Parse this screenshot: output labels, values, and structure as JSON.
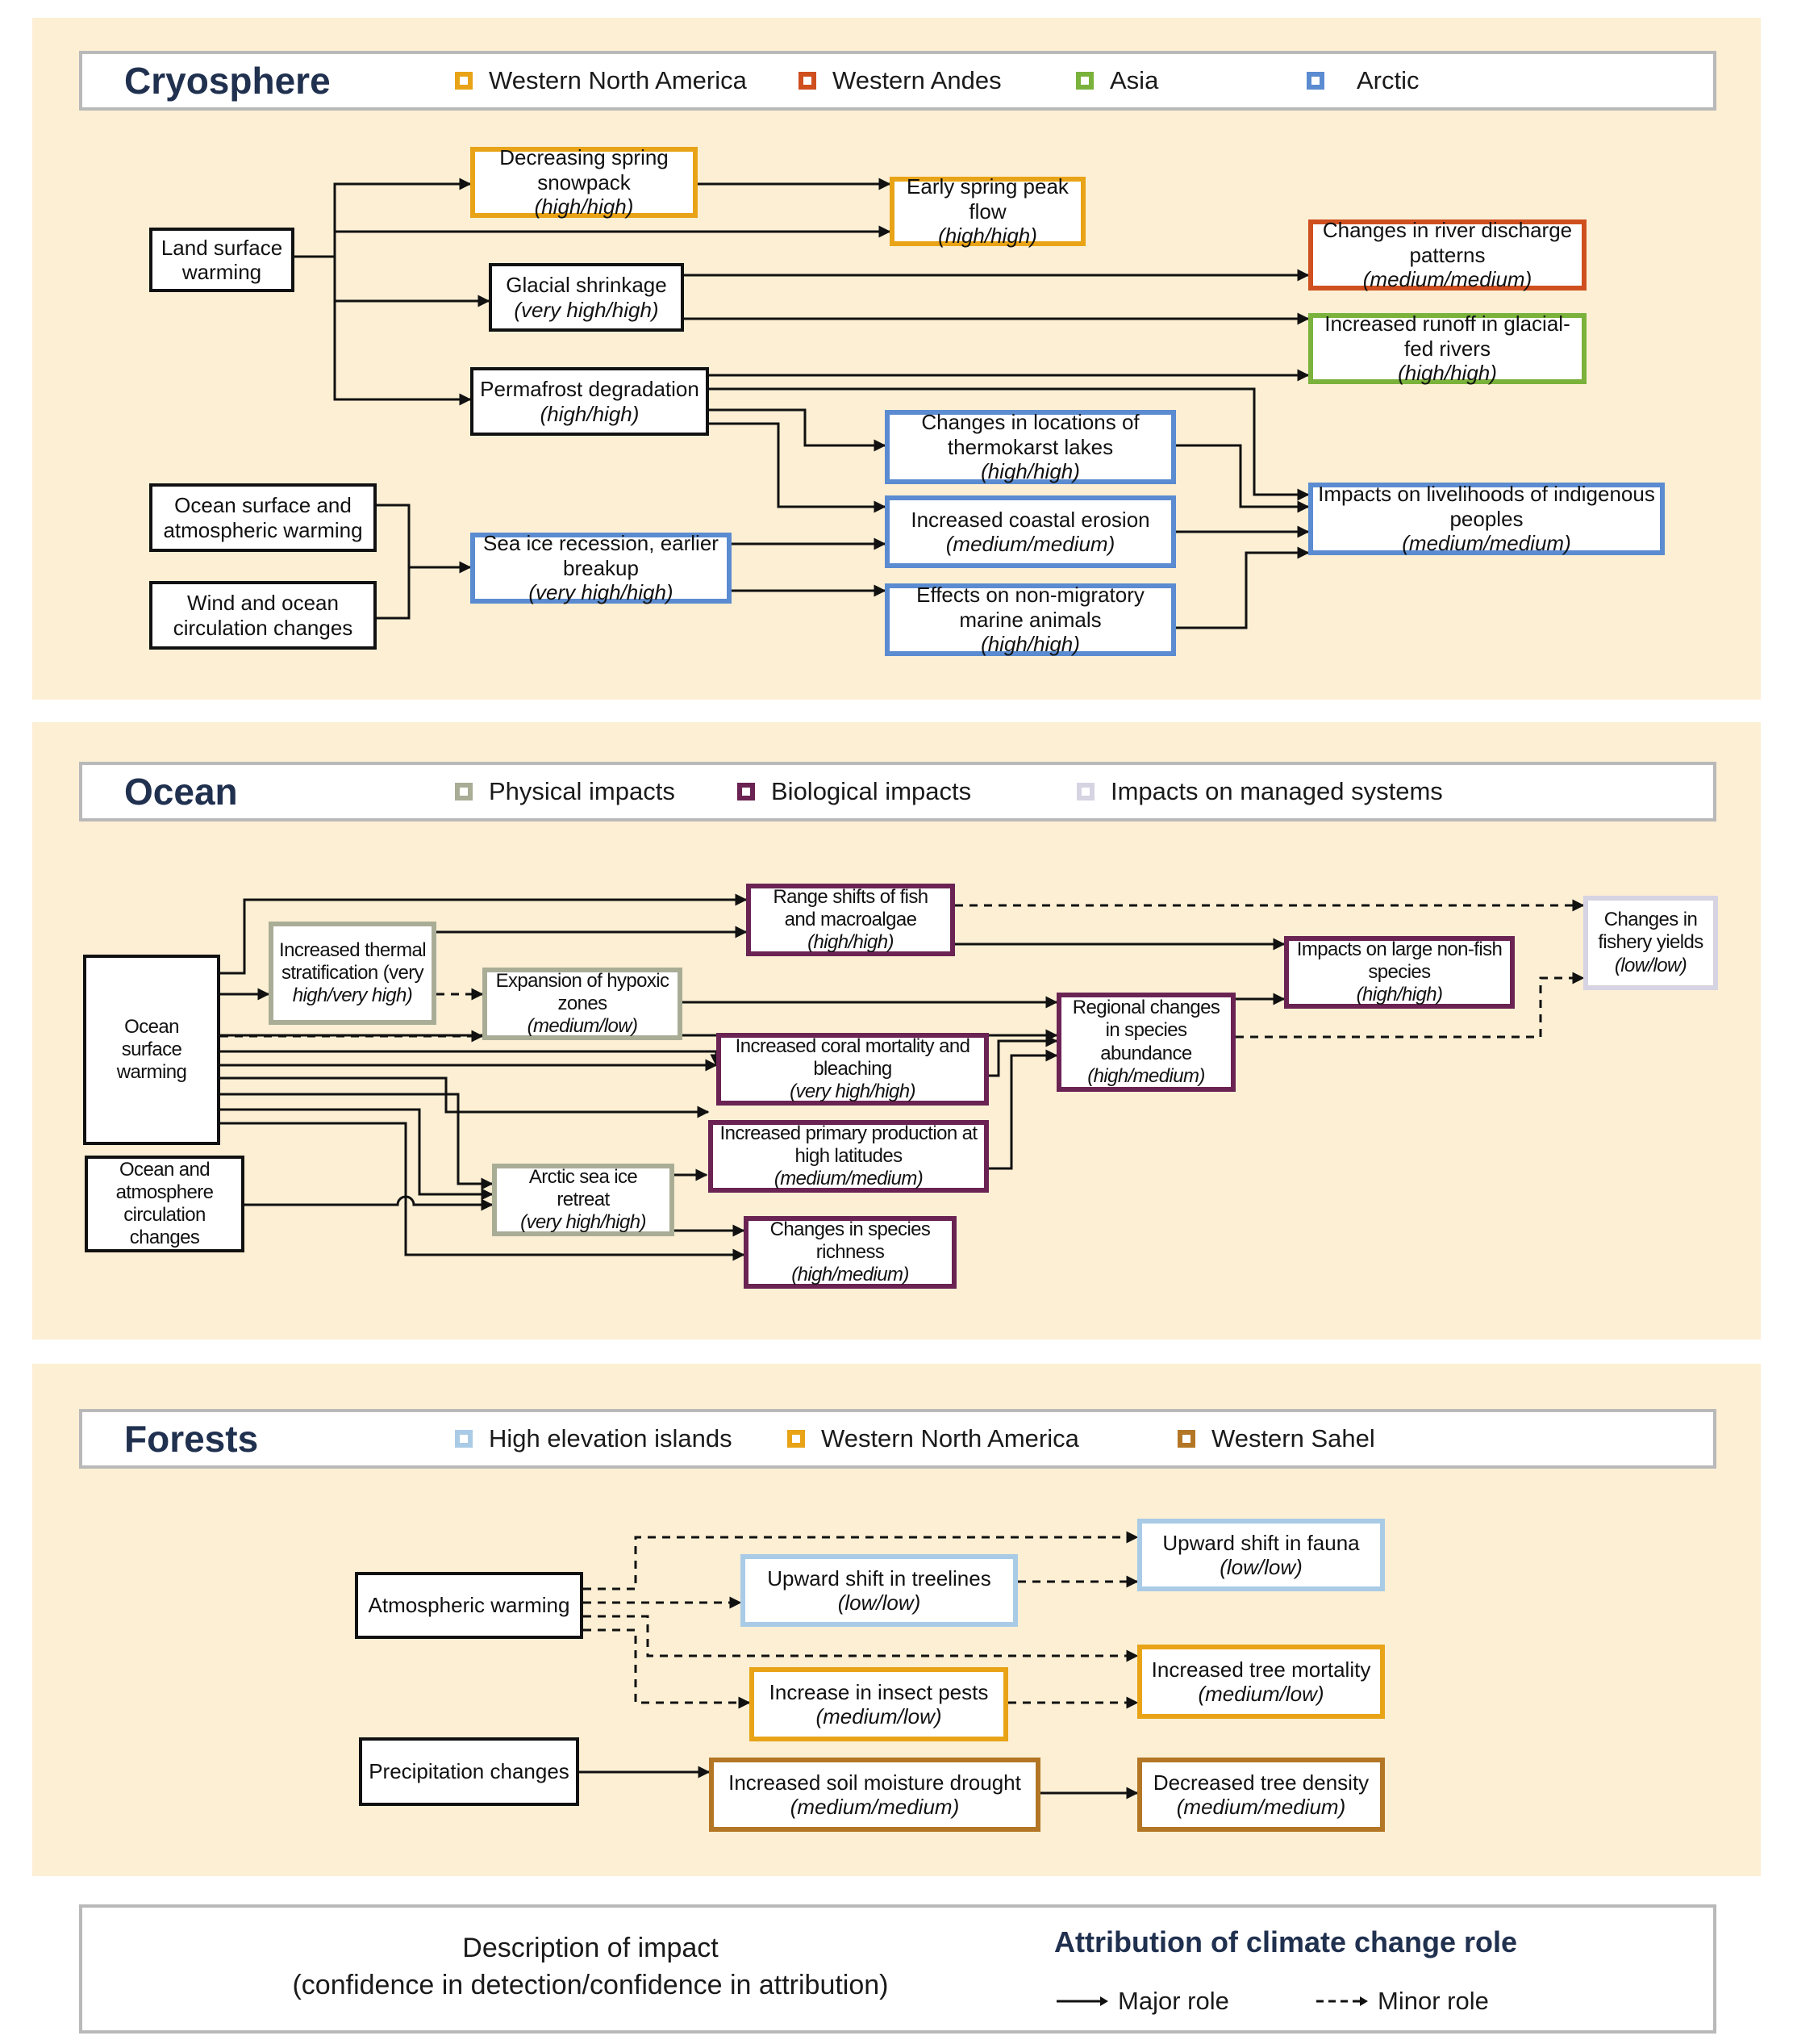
{
  "cryosphere": {
    "title": "Cryosphere",
    "legend": [
      {
        "label": "Western North America",
        "color": "#e8a317"
      },
      {
        "label": "Western Andes",
        "color": "#cf4f1f"
      },
      {
        "label": "Asia",
        "color": "#7ab23b"
      },
      {
        "label": "Arctic",
        "color": "#5b8bd0"
      }
    ],
    "boxes": {
      "land": {
        "text": "Land surface warming",
        "conf": ""
      },
      "snowpack": {
        "text": "Decreasing spring snowpack",
        "conf": "(high/high)"
      },
      "peak": {
        "text": "Early spring peak flow",
        "conf": "(high/high)"
      },
      "glacial": {
        "text": "Glacial shrinkage",
        "conf": "(very high/high)"
      },
      "river": {
        "text": "Changes in river discharge patterns",
        "conf": "(medium/medium)"
      },
      "runoff": {
        "text": "Increased runoff in glacial-fed rivers",
        "conf": "(high/high)"
      },
      "permafrost": {
        "text": "Permafrost degradation",
        "conf": "(high/high)"
      },
      "thermokarst": {
        "text": "Changes in locations of thermokarst lakes",
        "conf": "(high/high)"
      },
      "livelihoods": {
        "text": "Impacts on livelihoods of indigenous peoples",
        "conf": "(medium/medium)"
      },
      "oceanatm": {
        "text": "Ocean surface and atmospheric warming",
        "conf": ""
      },
      "wind": {
        "text": "Wind and ocean circulation changes",
        "conf": ""
      },
      "seaice": {
        "text": "Sea ice recession, earlier breakup",
        "conf": "(very high/high)"
      },
      "erosion": {
        "text": "Increased coastal erosion",
        "conf": "(medium/medium)"
      },
      "marine": {
        "text": "Effects on non-migratory marine animals",
        "conf": "(high/high)"
      }
    }
  },
  "ocean": {
    "title": "Ocean",
    "legend": [
      {
        "label": "Physical impacts",
        "color": "#a9ad96"
      },
      {
        "label": "Biological impacts",
        "color": "#6a2352"
      },
      {
        "label": "Impacts on managed systems",
        "color": "#d6d3e2"
      }
    ],
    "boxes": {
      "osw": {
        "text": "Ocean surface warming",
        "conf": ""
      },
      "oac": {
        "text": "Ocean and atmosphere circulation changes",
        "conf": ""
      },
      "thermal": {
        "text": "Increased thermal stratification (very",
        "conf": "high/very high)"
      },
      "range": {
        "text": "Range shifts of fish and macroalgae",
        "conf": "(high/high)"
      },
      "hypoxic": {
        "text": "Expansion of hypoxic zones",
        "conf": "(medium/low)"
      },
      "coral": {
        "text": "Increased coral mortality and bleaching",
        "conf": "(very high/high)"
      },
      "primary": {
        "text": "Increased primary production at high latitudes",
        "conf": "(medium/medium)"
      },
      "arcticice": {
        "text": "Arctic sea ice retreat",
        "conf": "(very high/high)"
      },
      "richness": {
        "text": "Changes in species richness",
        "conf": "(high/medium)"
      },
      "regional": {
        "text": "Regional changes in species abundance",
        "conf": "(high/medium)"
      },
      "nonfish": {
        "text": "Impacts on large non-fish species",
        "conf": "(high/high)"
      },
      "fishery": {
        "text": "Changes in fishery yields",
        "conf": "(low/low)"
      }
    }
  },
  "forests": {
    "title": "Forests",
    "legend": [
      {
        "label": "High elevation islands",
        "color": "#a9cbe6"
      },
      {
        "label": "Western North America",
        "color": "#e8a317"
      },
      {
        "label": "Western Sahel",
        "color": "#b37625"
      }
    ],
    "boxes": {
      "atm": {
        "text": "Atmospheric warming",
        "conf": ""
      },
      "precip": {
        "text": "Precipitation changes",
        "conf": ""
      },
      "treelines": {
        "text": "Upward shift in treelines",
        "conf": "(low/low)"
      },
      "fauna": {
        "text": "Upward shift in fauna",
        "conf": "(low/low)"
      },
      "mortality": {
        "text": "Increased tree mortality",
        "conf": "(medium/low)"
      },
      "pests": {
        "text": "Increase in insect pests",
        "conf": "(medium/low)"
      },
      "drought": {
        "text": "Increased soil moisture drought",
        "conf": "(medium/medium)"
      },
      "density": {
        "text": "Decreased tree density",
        "conf": "(medium/medium)"
      }
    }
  },
  "key": {
    "description_line1": "Description of impact",
    "description_line2": "(confidence in detection/confidence in attribution)",
    "attribution_title": "Attribution of climate change role",
    "major": "Major role",
    "minor": "Minor role"
  }
}
